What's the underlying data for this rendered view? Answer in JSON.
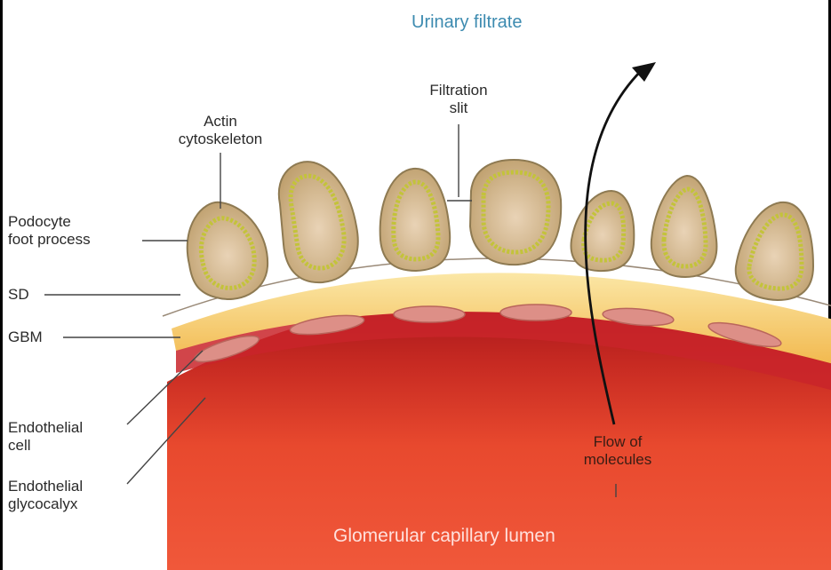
{
  "labels": {
    "urinary_filtrate": "Urinary filtrate",
    "filtration_slit": "Filtration\nslit",
    "actin_cytoskeleton": "Actin\ncytoskeleton",
    "podocyte_foot_process": "Podocyte\nfoot process",
    "sd": "SD",
    "gbm": "GBM",
    "endothelial_cell": "Endothelial\ncell",
    "endothelial_glycocalyx": "Endothelial\nglycocalyx",
    "flow_of_molecules": "Flow of\nmolecules",
    "glomerular_capillary_lumen": "Glomerular capillary lumen"
  },
  "colors": {
    "title_blue": "#3d8bb0",
    "lumen_red": "#e8442c",
    "lumen_dark": "#b81e1e",
    "gbm_yellow": "#f7cf6e",
    "podocyte_fill": "#c6ad83",
    "actin_green": "#c8c83c",
    "endothelial_cell": "#d98a84"
  }
}
